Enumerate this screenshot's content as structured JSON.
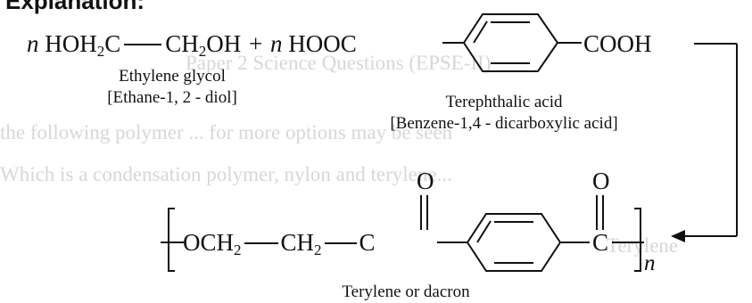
{
  "heading": "Explanation:",
  "reactants": {
    "coef_1": "n",
    "ethylene_glycol": {
      "formula_parts": [
        "HOH",
        "2",
        "C",
        "CH",
        "2",
        "OH"
      ],
      "name": "Ethylene glycol",
      "iupac": "[Ethane-1, 2 - diol]"
    },
    "plus": "+",
    "coef_2": "n",
    "terephthalic_acid": {
      "left_group": "HOOC",
      "right_group": "COOH",
      "name": "Terephthalic acid",
      "iupac": "[Benzene-1,4 - dicarboxylic acid]"
    }
  },
  "product": {
    "group_1": [
      "OCH",
      "2"
    ],
    "group_2": [
      "CH",
      "2"
    ],
    "carbon_1": "C",
    "oxygen_1": "O",
    "carbon_2": "C",
    "oxygen_2": "O",
    "subscript": "n",
    "name": "Terylene or dacron"
  },
  "background_text": [
    "Paper 2 Science Questions (EPSE-II)",
    "the following polymer ... for more options may be seen",
    "Which is a condensation polymer, nylon and terylene...",
    "Terylene"
  ]
}
